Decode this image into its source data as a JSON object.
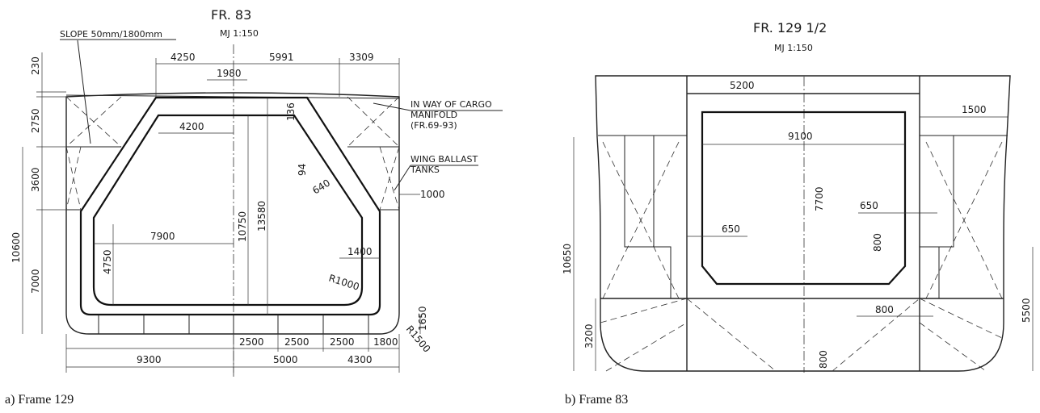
{
  "left": {
    "title": "FR. 83",
    "scale": "MJ 1:150",
    "caption": "a) Frame 129",
    "notes": {
      "slope": "SLOPE 50mm/1800mm",
      "cargo_1": "IN WAY OF CARGO",
      "cargo_2": "MANIFOLD",
      "cargo_3": "(FR.69-93)",
      "ballast_1": "WING BALLAST",
      "ballast_2": "TANKS"
    },
    "dims": {
      "d4250": "4250",
      "d5991": "5991",
      "d3309": "3309",
      "d1980": "1980",
      "d4200": "4200",
      "d136": "136",
      "d94": "94",
      "d640": "640",
      "d1000": "1000",
      "d10750": "10750",
      "d13580": "13580",
      "d7900": "7900",
      "d4750": "4750",
      "d1400": "1400",
      "r1000": "R1000",
      "r1500": "R1500",
      "d1650": "1650",
      "d230": "230",
      "d2750": "2750",
      "d3600": "3600",
      "d10600": "10600",
      "d7000": "7000",
      "b2500a": "2500",
      "b2500b": "2500",
      "b2500c": "2500",
      "b1800": "1800",
      "b9300": "9300",
      "b5000": "5000",
      "b4300": "4300"
    }
  },
  "right": {
    "title": "FR. 129 1/2",
    "scale": "MJ 1:150",
    "caption": "b) Frame 83",
    "dims": {
      "d5200": "5200",
      "d1500": "1500",
      "d9100": "9100",
      "d7700": "7700",
      "d650a": "650",
      "d650b": "650",
      "d800a": "800",
      "d10650": "10650",
      "d3200": "3200",
      "d800b": "800",
      "d800c": "800",
      "d5500": "5500"
    }
  }
}
